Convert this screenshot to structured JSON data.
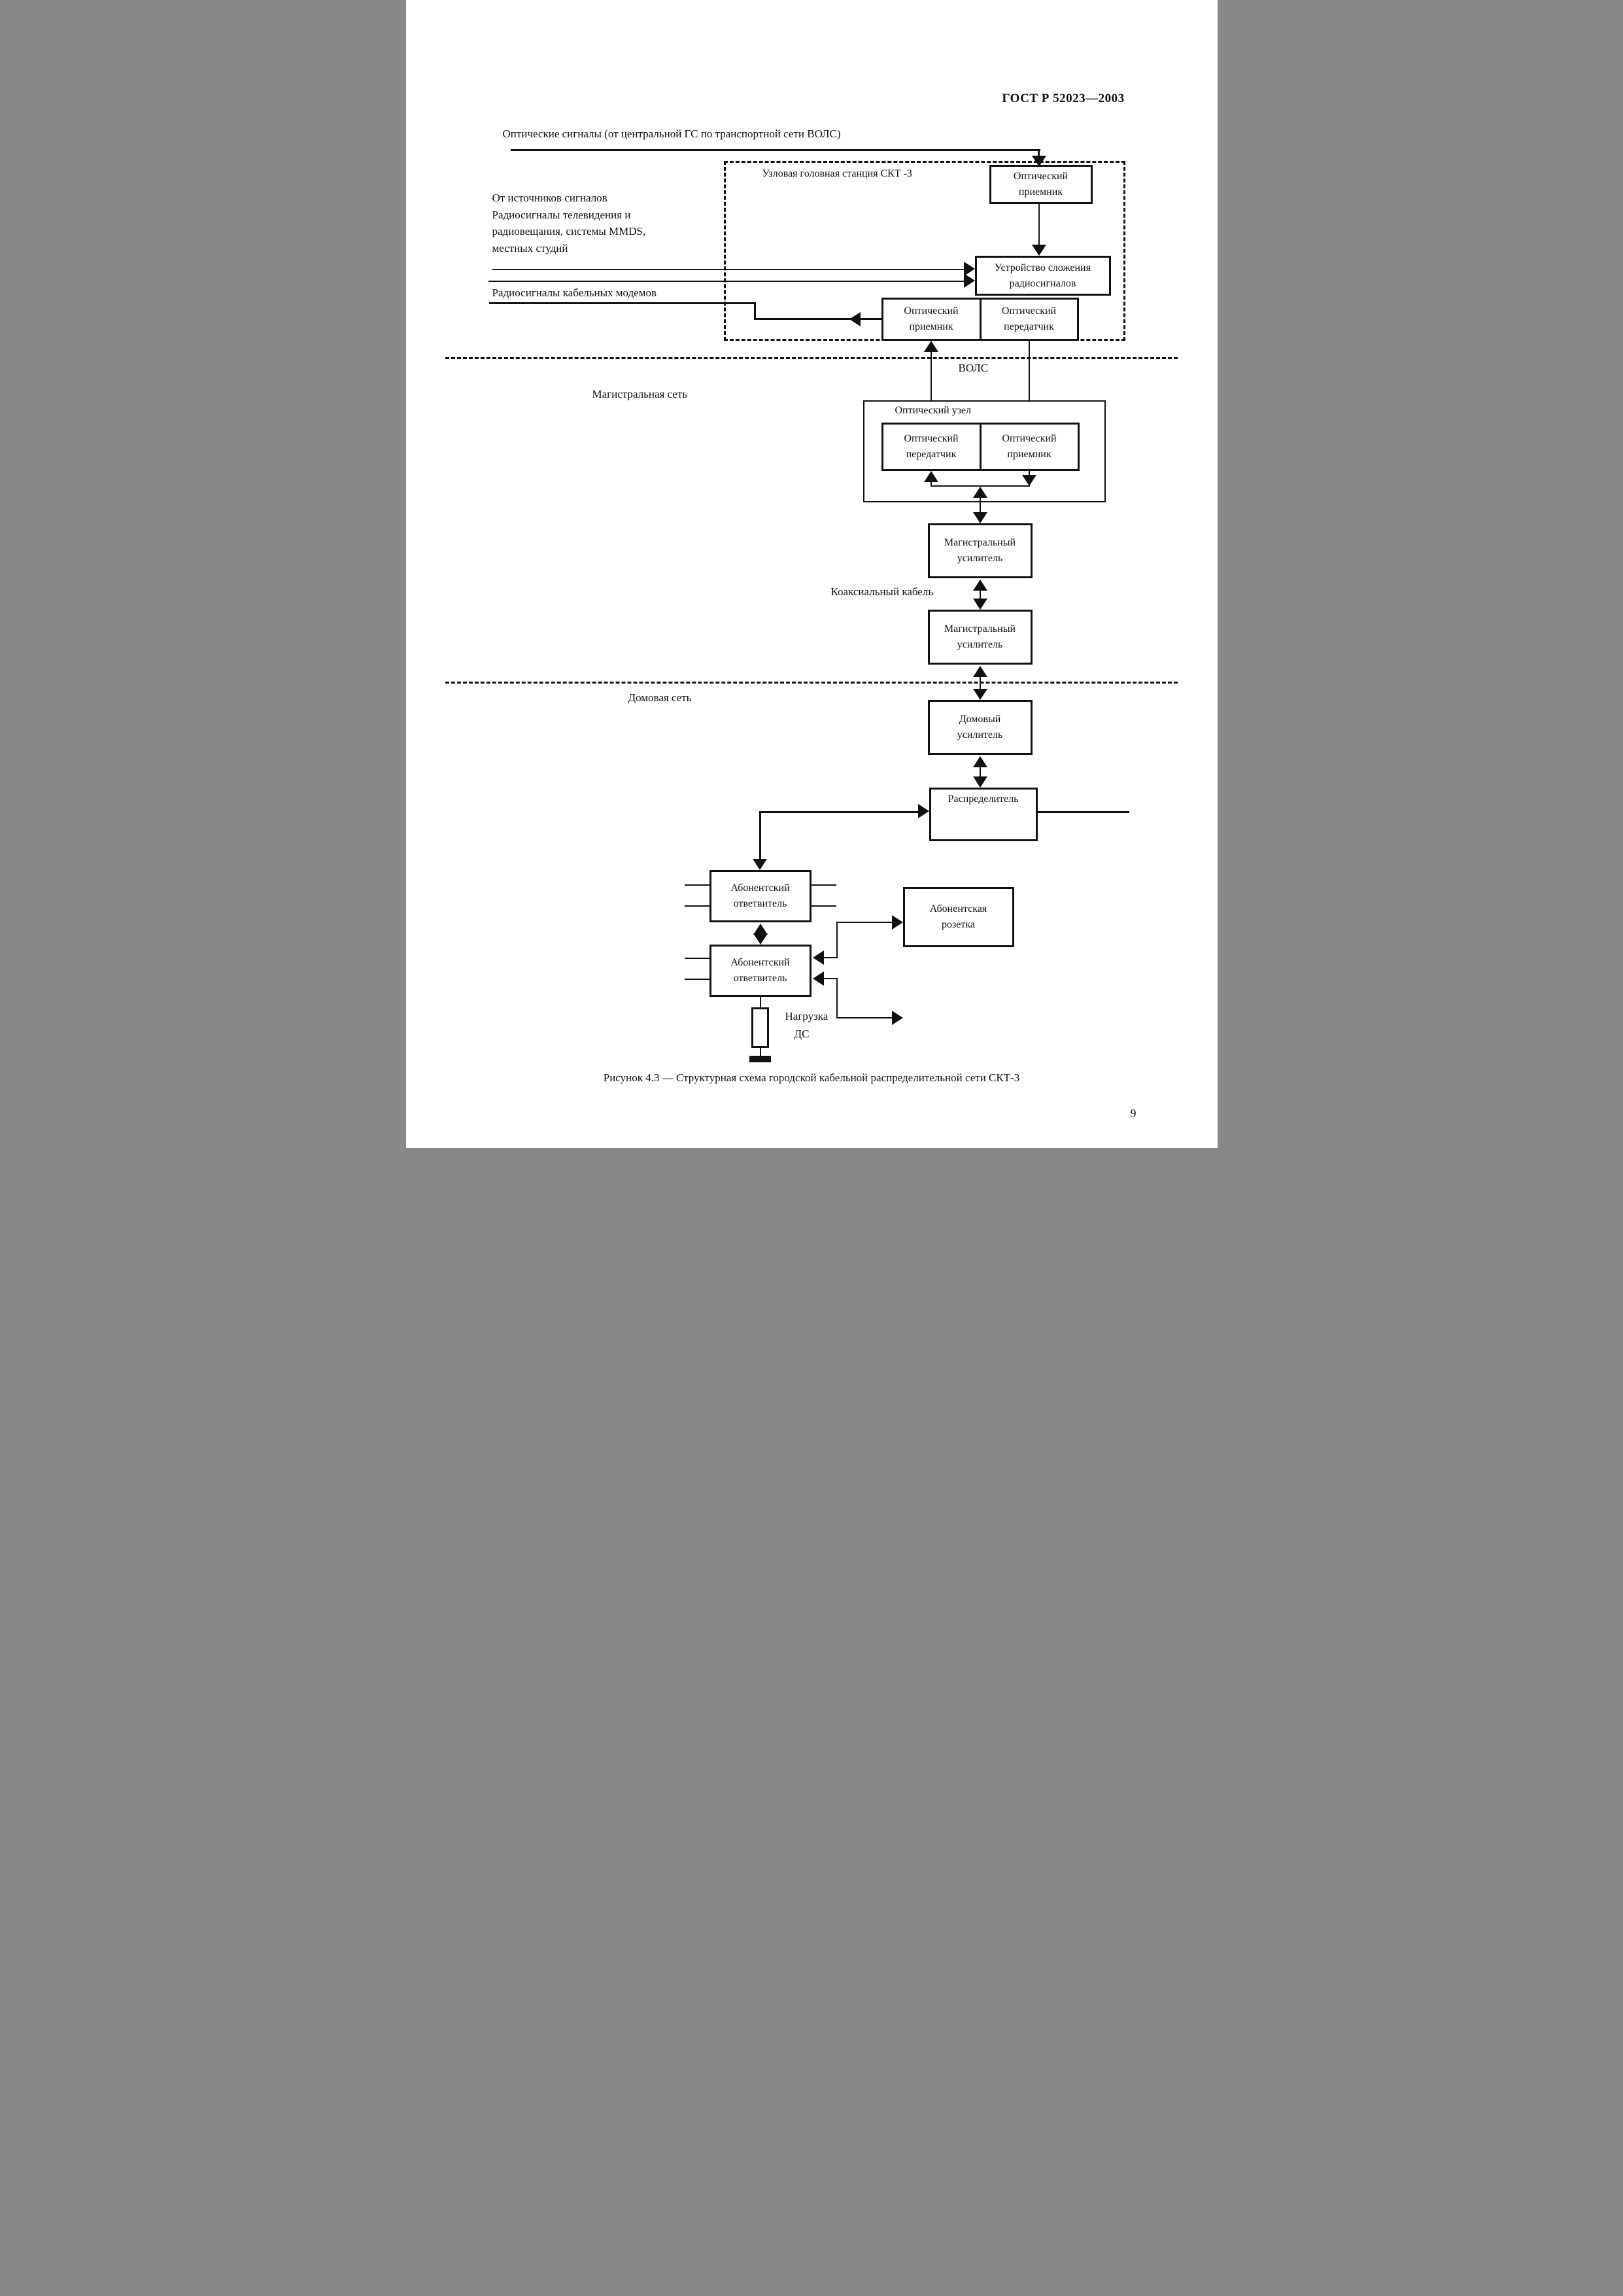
{
  "page": {
    "header": "ГОСТ Р 52023—2003",
    "caption": "Рисунок 4.3 — Структурная схема городской кабельной распределительной сети СКТ-3",
    "page_number": "9"
  },
  "colors": {
    "ink": "#111111",
    "paper": "#ffffff"
  },
  "labels": {
    "optical_signals": "Оптические сигналы  (от центральной ГС по транспортной сети ВОЛС)",
    "source_line1": "От источников сигналов",
    "source_line2": "Радиосигналы телевидения и",
    "source_line3": "радиовещания, системы MMDS,",
    "source_line4": "местных студий",
    "cable_modems": "Радиосигналы кабельных модемов",
    "station": "Узловая головная станция СКТ -3",
    "vols": "ВОЛС",
    "trunk_network": "Магистральная сеть",
    "node": "Оптический узел",
    "coax_cable": "Коаксиальный кабель",
    "home_network": "Домовая  сеть",
    "load_line1": "Нагрузка",
    "load_line2": "ДС"
  },
  "boxes": {
    "station_optical_receiver": {
      "line1": "Оптический",
      "line2": "приемник"
    },
    "combiner": {
      "line1": "Устройство сложения",
      "line2": "радиосигналов"
    },
    "station_reverse_receiver": {
      "line1": "Оптический",
      "line2": "приемник"
    },
    "station_transmitter": {
      "line1": "Оптический",
      "line2": "передатчик"
    },
    "node_transmitter": {
      "line1": "Оптический",
      "line2": "передатчик"
    },
    "node_receiver": {
      "line1": "Оптический",
      "line2": "приемник"
    },
    "trunk_amplifier_1": {
      "line1": "Магистральный",
      "line2": "усилитель"
    },
    "trunk_amplifier_2": {
      "line1": "Магистральный",
      "line2": "усилитель"
    },
    "house_amplifier": {
      "line1": "Домовый",
      "line2": "усилитель"
    },
    "splitter": {
      "line1": "Распределитель"
    },
    "subscriber_tap_1": {
      "line1": "Абонентский",
      "line2": "ответвитель"
    },
    "subscriber_tap_2": {
      "line1": "Абонентский",
      "line2": "ответвитель"
    },
    "subscriber_outlet": {
      "line1": "Абонентская",
      "line2": "розетка"
    }
  }
}
